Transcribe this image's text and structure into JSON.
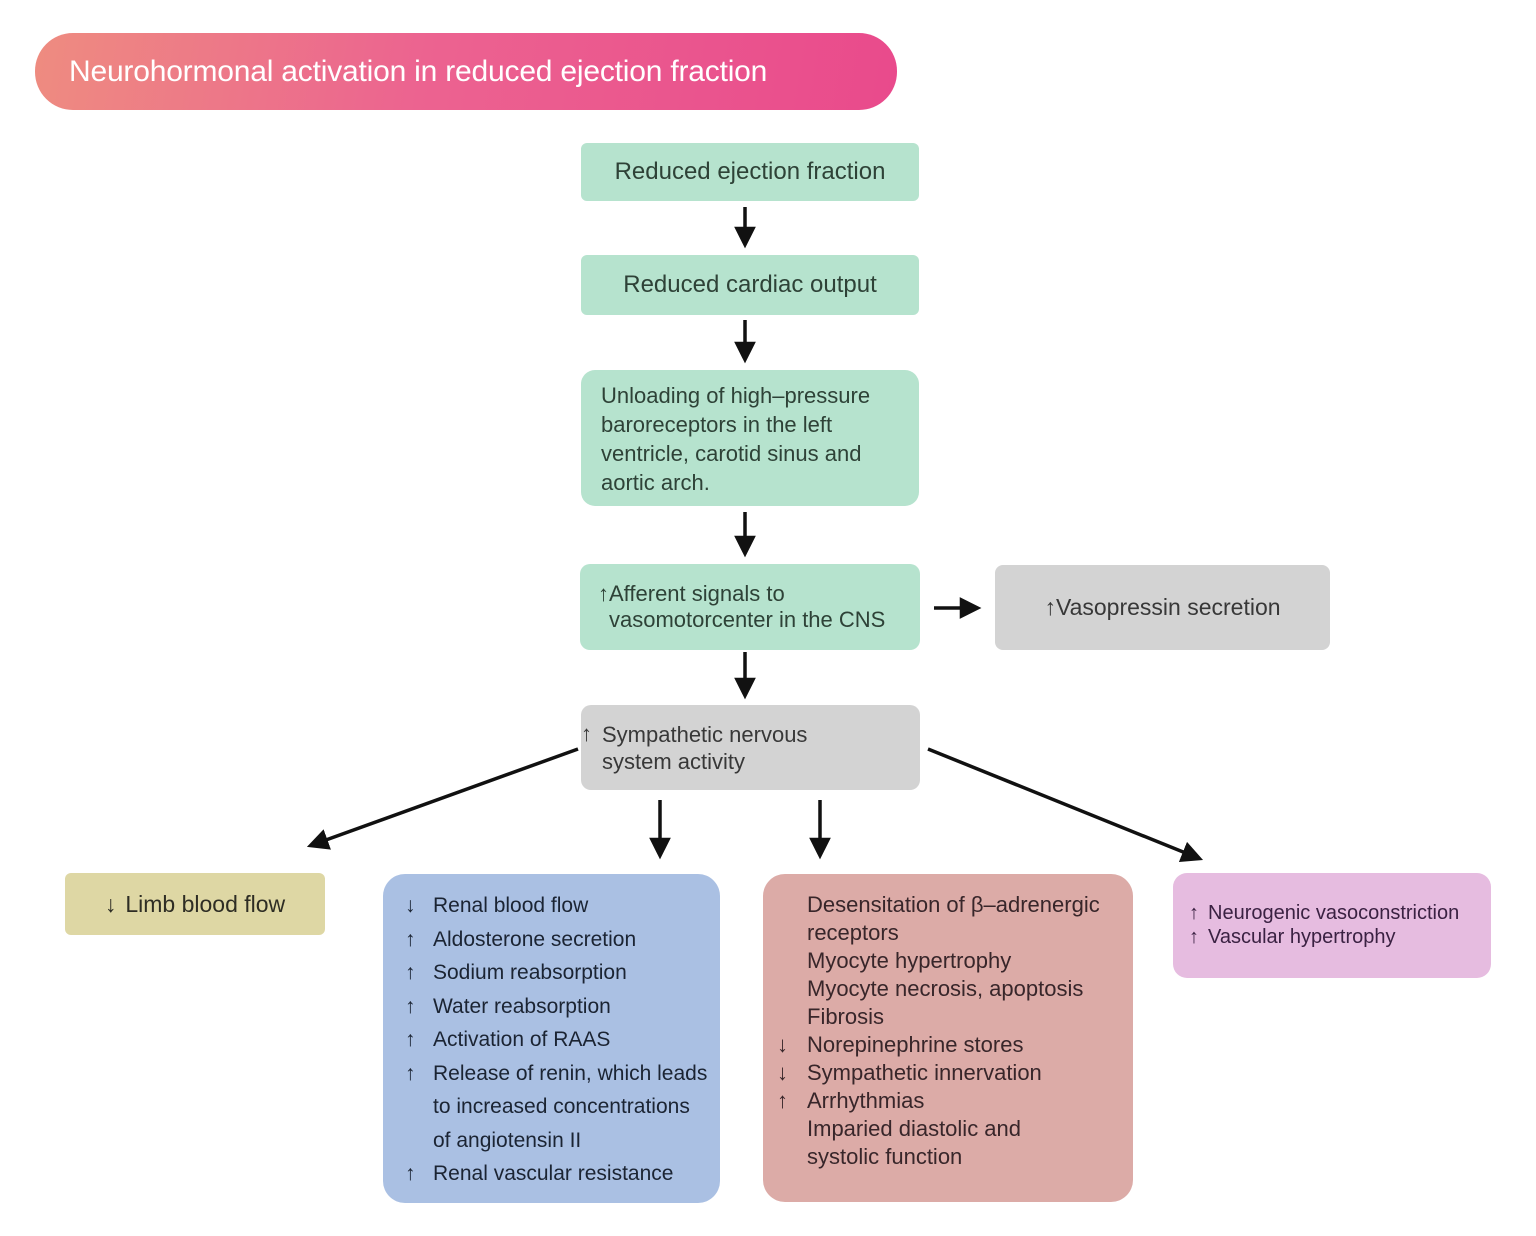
{
  "title": "Neurohormonal activation in reduced ejection fraction",
  "colors": {
    "title-grad-left": "#ee8c80",
    "title-grad-right": "#e94a8c",
    "node-green": "#b6e3ce",
    "node-gray": "#d3d3d3",
    "node-tan": "#ded7a4",
    "node-blue": "#aac0e3",
    "node-red": "#dcaba7",
    "node-pink": "#e6bce0",
    "arrow": "#111111"
  },
  "nodes": {
    "reduced_ejection_fraction": {
      "text": "Reduced ejection fraction"
    },
    "reduced_cardiac_output": {
      "text": "Reduced cardiac output"
    },
    "baroreceptor_unloading": {
      "lines": [
        "Unloading of high–pressure",
        "baroreceptors in the left",
        "ventricle, carotid sinus and",
        "aortic arch."
      ]
    },
    "afferent_signals": {
      "marker": "↑",
      "lines": [
        "Afferent signals to",
        "vasomotorcenter in the CNS"
      ]
    },
    "vasopressin_secretion": {
      "marker": "↑",
      "text": "Vasopressin secretion"
    },
    "sympathetic_activity": {
      "marker": "↑",
      "lines": [
        "Sympathetic nervous",
        "system activity"
      ]
    },
    "limb_blood_flow": {
      "marker": "↓",
      "text": "Limb blood flow"
    },
    "renal_effects": {
      "items": [
        {
          "marker": "↓",
          "text": "Renal blood flow"
        },
        {
          "marker": "↑",
          "text": "Aldosterone secretion"
        },
        {
          "marker": "↑",
          "text": "Sodium reabsorption"
        },
        {
          "marker": "↑",
          "text": "Water reabsorption"
        },
        {
          "marker": "↑",
          "text": "Activation of RAAS"
        },
        {
          "marker": "↑",
          "lines": [
            "Release of renin, which leads",
            "to increased concentrations",
            "of angiotensin II"
          ]
        },
        {
          "marker": "↑",
          "text": "Renal vascular resistance"
        }
      ]
    },
    "cardiac_effects": {
      "items": [
        {
          "marker": "",
          "lines": [
            "Desensitation of β–adrenergic",
            "receptors"
          ]
        },
        {
          "marker": "",
          "text": "Myocyte hypertrophy"
        },
        {
          "marker": "",
          "text": "Myocyte necrosis, apoptosis"
        },
        {
          "marker": "",
          "text": "Fibrosis"
        },
        {
          "marker": "↓",
          "text": "Norepinephrine stores"
        },
        {
          "marker": "↓",
          "text": "Sympathetic innervation"
        },
        {
          "marker": "↑",
          "text": "Arrhythmias"
        },
        {
          "marker": "",
          "lines": [
            "Imparied diastolic and",
            "systolic function"
          ]
        }
      ]
    },
    "vascular_effects": {
      "items": [
        {
          "marker": "↑",
          "text": "Neurogenic vasoconstriction"
        },
        {
          "marker": "↑",
          "text": "Vascular hypertrophy"
        }
      ]
    }
  }
}
